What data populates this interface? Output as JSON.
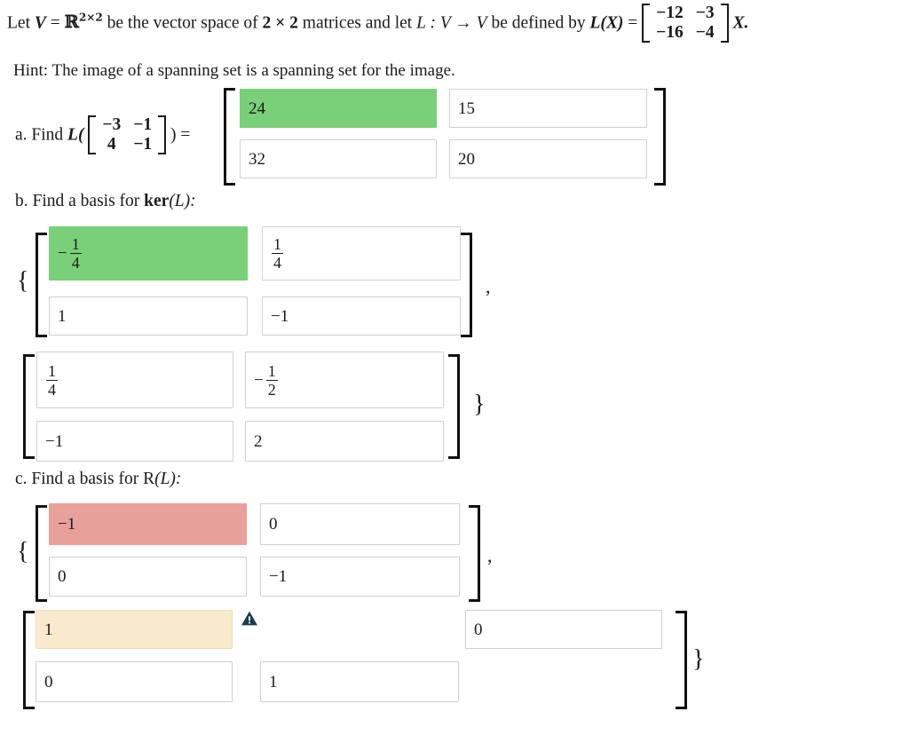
{
  "problem": {
    "intro": {
      "lead": "Let",
      "V_symbol": "V",
      "equals": "=",
      "space_symbol": "R",
      "space_exponent": "2×2",
      "mid1": "be the vector space of",
      "dim": "2 × 2",
      "mid2": "matrices and let",
      "map": "L : V → V",
      "mid3": "be defined by",
      "map_apply": "L(X)",
      "equals2": "=",
      "matrix": [
        [
          "−12",
          "−3"
        ],
        [
          "−16",
          "−4"
        ]
      ],
      "trailing": "X."
    },
    "hint": "Hint: The image of a spanning set is a spanning set for the image."
  },
  "parts": {
    "a": {
      "label_prefix": "a. Find",
      "label_L": "L(",
      "input_matrix": [
        [
          "−3",
          "−1"
        ],
        [
          "4",
          "−1"
        ]
      ],
      "label_suffix": ") =",
      "answers": [
        {
          "value": "24",
          "state": "correct",
          "name": "part-a-r1c1"
        },
        {
          "value": "15",
          "state": "blank",
          "name": "part-a-r1c2"
        },
        {
          "value": "32",
          "state": "blank",
          "name": "part-a-r2c1"
        },
        {
          "value": "20",
          "state": "blank",
          "name": "part-a-r2c2"
        }
      ]
    },
    "b": {
      "label": "b. Find a basis for ker(L):",
      "label_plain": "b. Find a basis for ",
      "label_ker": "ker",
      "label_ker_arg": "(L):",
      "open_brace": "{",
      "close_brace": "}",
      "separator": ",",
      "matrix1": [
        {
          "display": "-1/4",
          "num": "1",
          "den": "4",
          "negative": true,
          "state": "correct",
          "name": "part-b-m1-r1c1"
        },
        {
          "display": "1/4",
          "num": "1",
          "den": "4",
          "negative": false,
          "state": "blank",
          "name": "part-b-m1-r1c2"
        },
        {
          "display": "1",
          "plain": "1",
          "state": "blank",
          "name": "part-b-m1-r2c1"
        },
        {
          "display": "-1",
          "plain": "−1",
          "state": "blank",
          "name": "part-b-m1-r2c2"
        }
      ],
      "matrix2": [
        {
          "display": "1/4",
          "num": "1",
          "den": "4",
          "negative": false,
          "state": "blank",
          "name": "part-b-m2-r1c1"
        },
        {
          "display": "-1/2",
          "num": "1",
          "den": "2",
          "negative": true,
          "state": "blank",
          "name": "part-b-m2-r1c2"
        },
        {
          "display": "-1",
          "plain": "−1",
          "state": "blank",
          "name": "part-b-m2-r2c1"
        },
        {
          "display": "2",
          "plain": "2",
          "state": "blank",
          "name": "part-b-m2-r2c2"
        }
      ]
    },
    "c": {
      "label_plain": "c. Find a basis for ",
      "label_R": "R",
      "label_R_arg": "(L):",
      "open_brace": "{",
      "close_brace": "}",
      "separator": ",",
      "matrix1": [
        {
          "display": "−1",
          "state": "wrong",
          "name": "part-c-m1-r1c1"
        },
        {
          "display": "0",
          "state": "blank",
          "name": "part-c-m1-r1c2"
        },
        {
          "display": "0",
          "state": "blank",
          "name": "part-c-m1-r2c1"
        },
        {
          "display": "−1",
          "state": "blank",
          "name": "part-c-m1-r2c2"
        }
      ],
      "matrix2": [
        {
          "display": "1",
          "state": "pending",
          "name": "part-c-m2-r1c1",
          "warning": true
        },
        {
          "display": "0",
          "state": "blank",
          "name": "part-c-m2-r1c2"
        },
        {
          "display": "0",
          "state": "blank",
          "name": "part-c-m2-r2c1"
        },
        {
          "display": "1",
          "state": "blank",
          "name": "part-c-m2-r2c2"
        }
      ]
    }
  },
  "icons": {
    "warning": "warning-triangle-icon"
  },
  "colors": {
    "correct_green": "#79d078",
    "incorrect_red": "#e8a09a",
    "pending_tan": "#faeacd",
    "warning_navy": "#1f3b4d",
    "box_border": "#d0d0d0",
    "text": "#1a1a1a",
    "background": "#ffffff"
  }
}
